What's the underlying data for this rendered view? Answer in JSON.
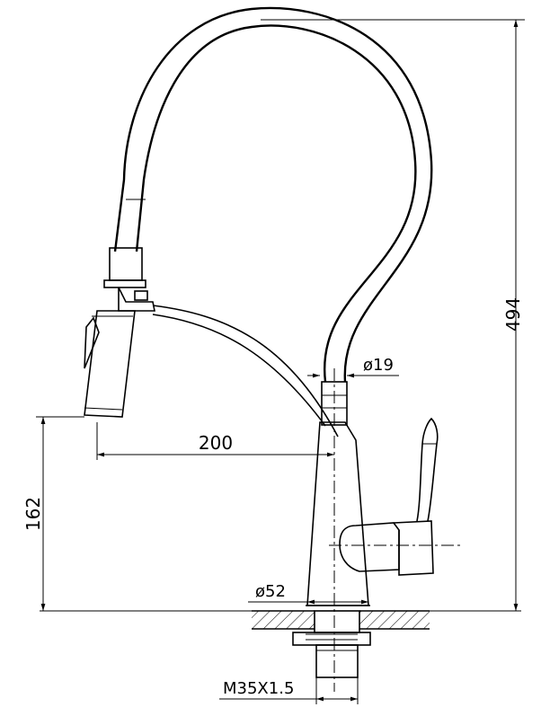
{
  "dimensions": {
    "height_total": "494",
    "hose_diameter": "ø19",
    "reach": "200",
    "spray_height": "162",
    "base_diameter": "ø52",
    "thread": "M35X1.5"
  }
}
